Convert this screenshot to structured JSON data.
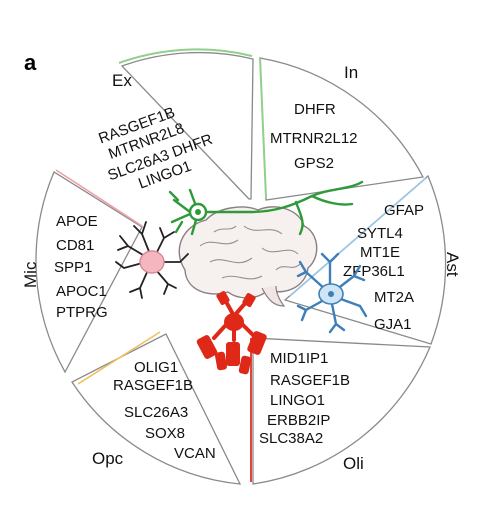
{
  "figure": {
    "panel_label": "a",
    "colors": {
      "ex": "#7cc47a",
      "in": "#8fd08c",
      "ast": "#6aa8d6",
      "oli": "#e0463c",
      "opc": "#f0c060",
      "mic": "#f0a0a8",
      "neuron": "#2e9a3a",
      "astrocyte": "#4a90c8",
      "oligo": "#e02818",
      "microglia": "#f4b0b8"
    },
    "sectors": {
      "ex": {
        "title": "Ex",
        "genes": [
          "RASGEF1B",
          "MTRNR2L8",
          "SLC26A3 DHFR",
          "LINGO1"
        ]
      },
      "in": {
        "title": "In",
        "genes": [
          "DHFR",
          "MTRNR2L12",
          "GPS2"
        ]
      },
      "ast": {
        "title": "Ast",
        "genes": [
          "GFAP",
          "SYTL4",
          "MT1E",
          "ZFP36L1",
          "MT2A",
          "GJA1"
        ]
      },
      "oli": {
        "title": "Oli",
        "genes": [
          "MID1IP1",
          "RASGEF1B",
          "LINGO1",
          "ERBB2IP",
          "SLC38A2"
        ]
      },
      "opc": {
        "title": "Opc",
        "genes": [
          "OLIG1",
          "RASGEF1B",
          "SLC26A3",
          "SOX8",
          "VCAN"
        ]
      },
      "mic": {
        "title": "Mic",
        "genes": [
          "APOE",
          "CD81",
          "SPP1",
          "APOC1",
          "PTPRG"
        ]
      }
    }
  }
}
